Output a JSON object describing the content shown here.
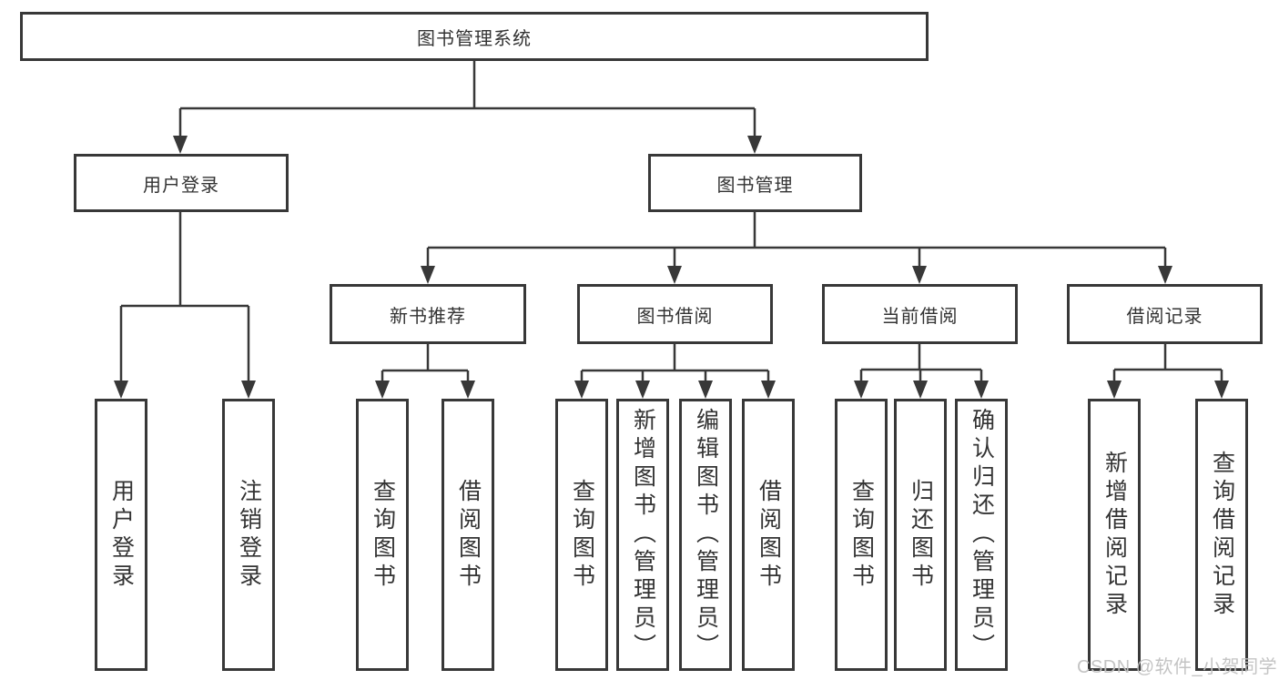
{
  "diagram": {
    "root": {
      "label": "图书管理系统"
    },
    "level2": [
      {
        "id": "user-login",
        "label": "用户登录"
      },
      {
        "id": "book-management",
        "label": "图书管理"
      }
    ],
    "level3": [
      {
        "id": "new-book-recommend",
        "label": "新书推荐",
        "parent": "图书管理"
      },
      {
        "id": "book-borrowing",
        "label": "图书借阅",
        "parent": "图书管理"
      },
      {
        "id": "current-borrowing",
        "label": "当前借阅",
        "parent": "图书管理"
      },
      {
        "id": "borrowing-records",
        "label": "借阅记录",
        "parent": "图书管理"
      }
    ],
    "leaves": [
      {
        "group": "用户登录",
        "label": "用户登录"
      },
      {
        "group": "用户登录",
        "label": "注销登录"
      },
      {
        "group": "新书推荐",
        "label": "查询图书"
      },
      {
        "group": "新书推荐",
        "label": "借阅图书"
      },
      {
        "group": "图书借阅",
        "label": "查询图书"
      },
      {
        "group": "图书借阅",
        "label": "新增图书（管理员）"
      },
      {
        "group": "图书借阅",
        "label": "编辑图书（管理员）"
      },
      {
        "group": "图书借阅",
        "label": "借阅图书"
      },
      {
        "group": "当前借阅",
        "label": "查询图书"
      },
      {
        "group": "当前借阅",
        "label": "归还图书"
      },
      {
        "group": "当前借阅",
        "label": "确认归还（管理员）"
      },
      {
        "group": "借阅记录",
        "label": "新增借阅记录"
      },
      {
        "group": "借阅记录",
        "label": "查询借阅记录"
      }
    ],
    "watermark": "CSDN @软件_小贺同学",
    "colors": {
      "line": "#383838",
      "border": "#383838",
      "text": "#333333",
      "background": "#ffffff",
      "watermark": "#c1c1c1"
    }
  }
}
